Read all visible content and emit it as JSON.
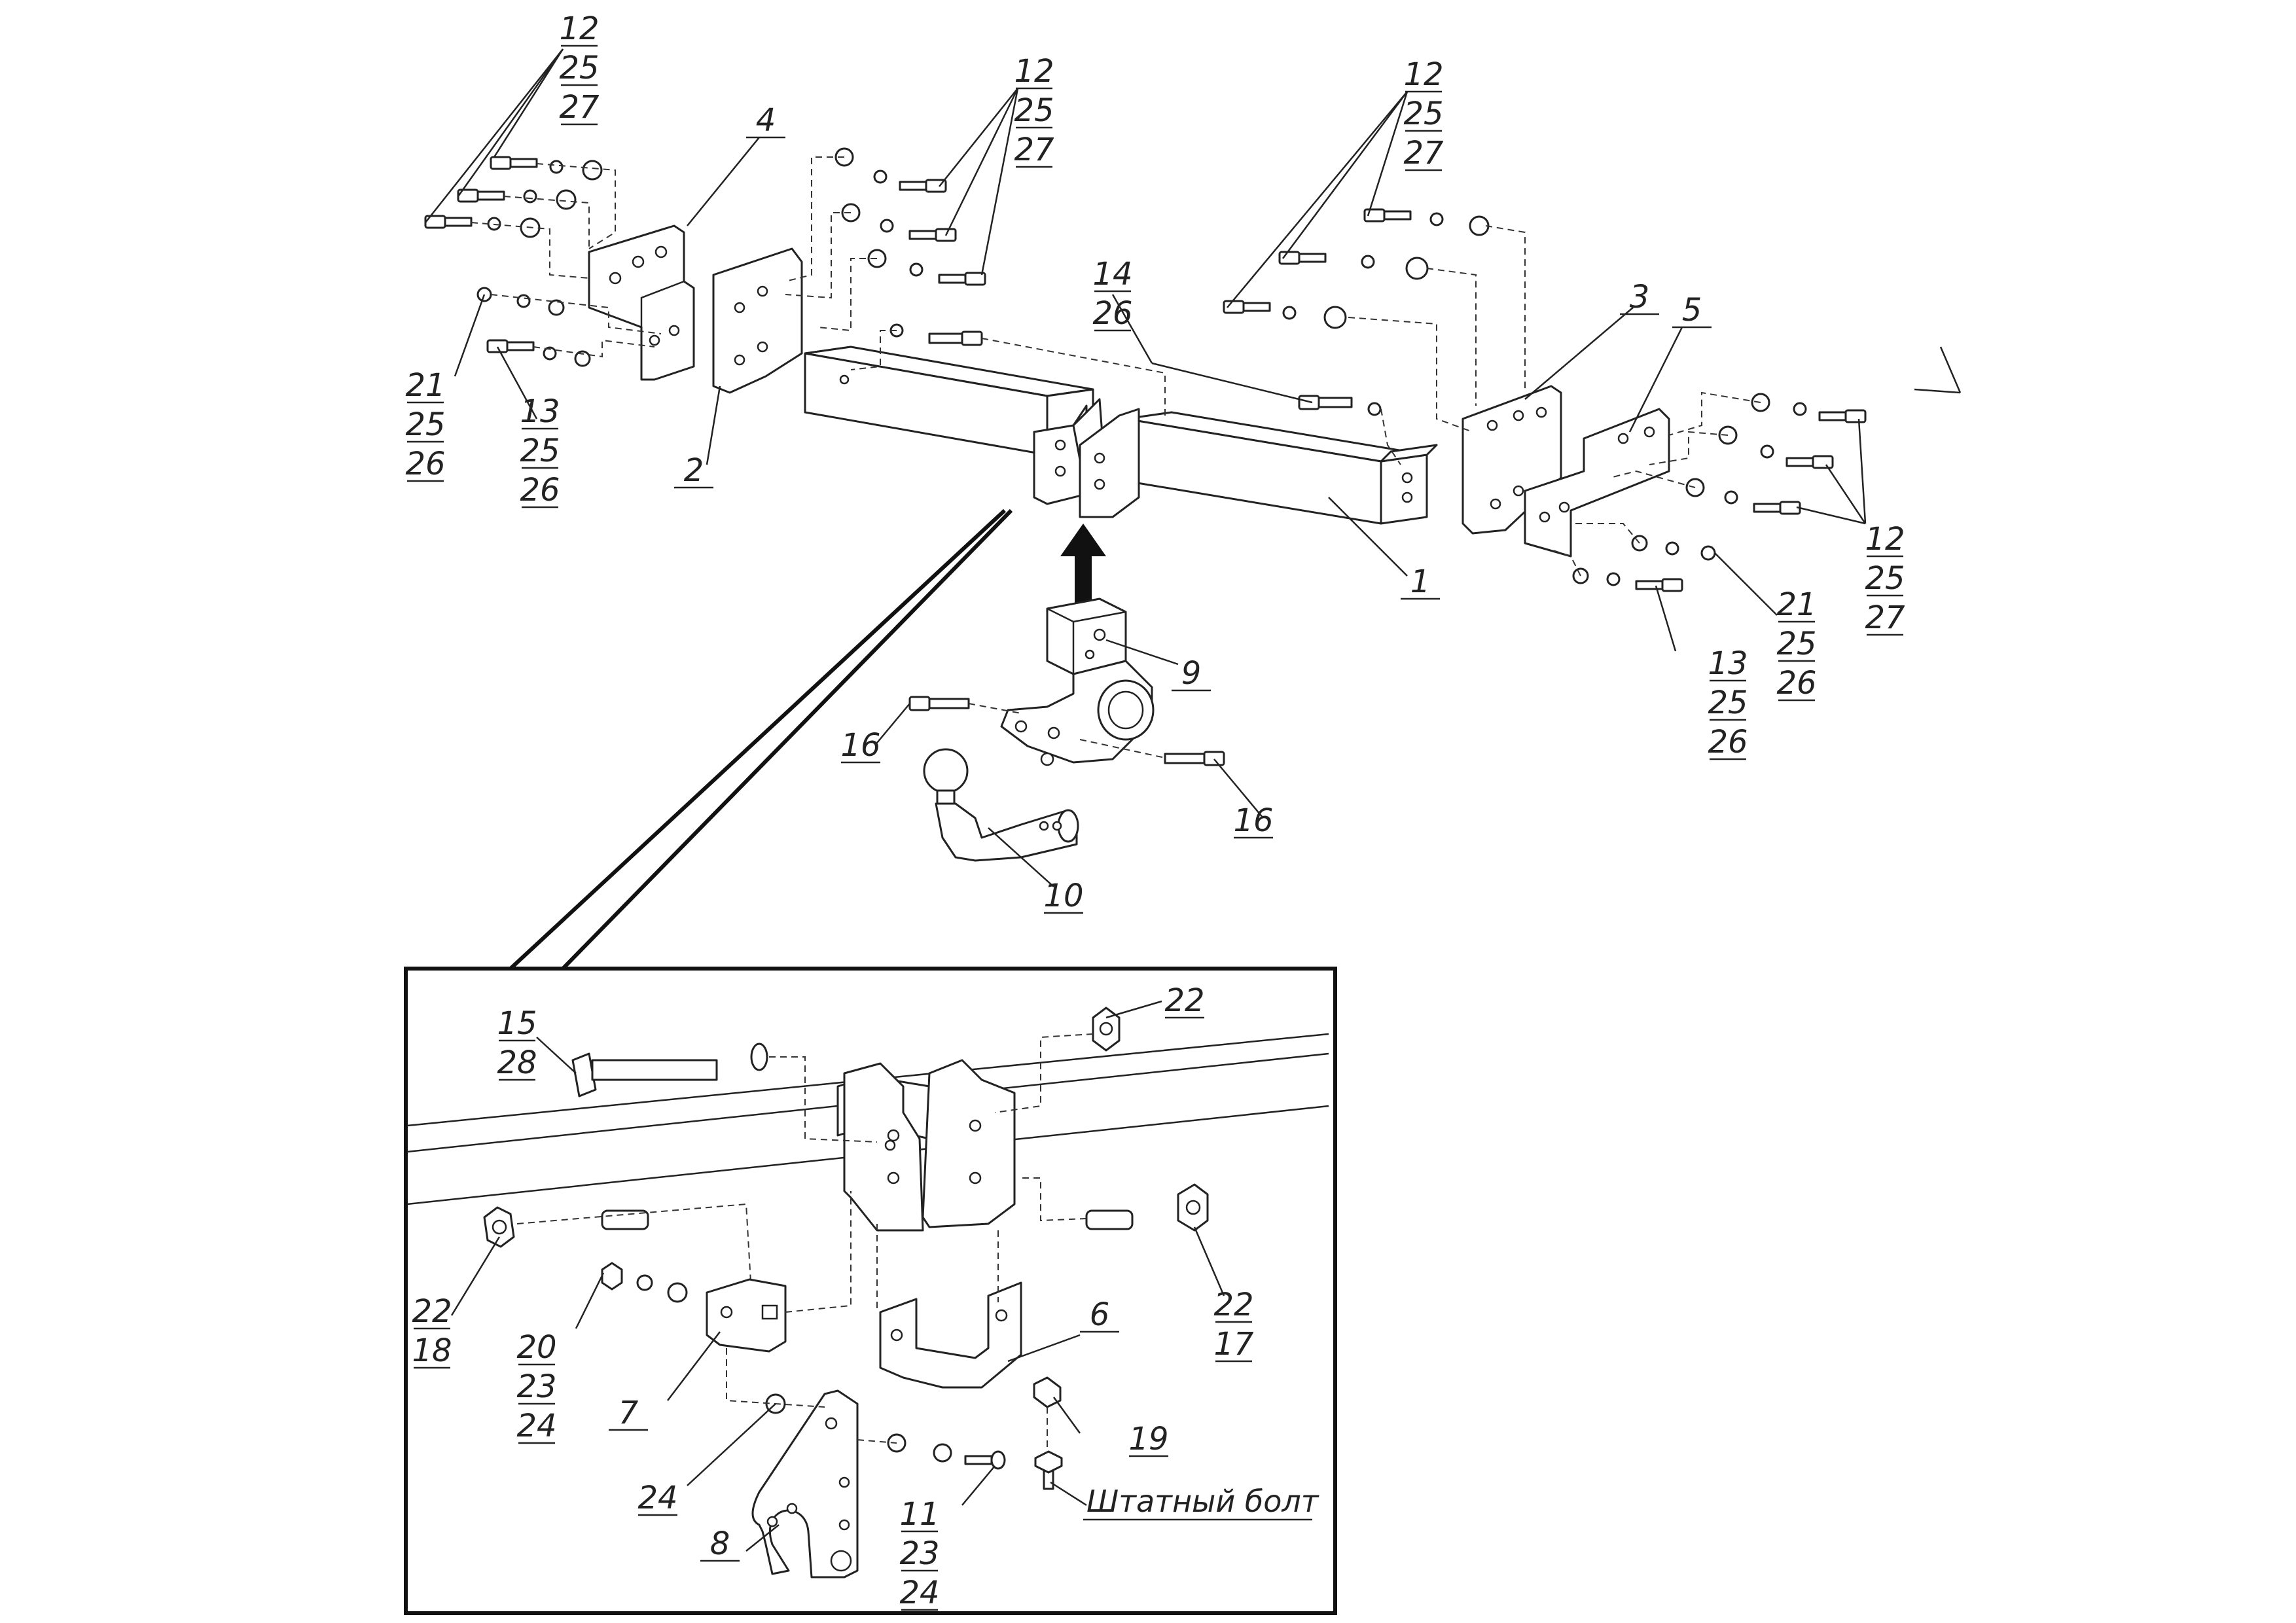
{
  "callouts": {
    "c_tl_top": [
      "12",
      "25",
      "27"
    ],
    "c_tc_top": [
      "12",
      "25",
      "27"
    ],
    "c_tr_top": [
      "12",
      "25",
      "27"
    ],
    "c_right": [
      "12",
      "25",
      "27"
    ],
    "c_21_left": [
      "21",
      "25",
      "26"
    ],
    "c_13_left": [
      "13",
      "25",
      "26"
    ],
    "c_21_right": [
      "21",
      "25",
      "26"
    ],
    "c_13_right": [
      "13",
      "25",
      "26"
    ],
    "c_14": [
      "14",
      "26"
    ],
    "c_15": [
      "15",
      "28"
    ],
    "c_22_18": [
      "22",
      "18"
    ],
    "c_22_17": [
      "22",
      "17"
    ],
    "c_20": [
      "20",
      "23",
      "24"
    ],
    "c_11": [
      "11",
      "23",
      "24"
    ]
  },
  "single_labels": {
    "p1": "1",
    "p2": "2",
    "p3": "3",
    "p4": "4",
    "p5": "5",
    "p6": "6",
    "p7": "7",
    "p8": "8",
    "p9": "9",
    "p10": "10",
    "p16a": "16",
    "p16b": "16",
    "p19": "19",
    "p22top": "22",
    "p24": "24"
  },
  "note": "Штатный болт"
}
